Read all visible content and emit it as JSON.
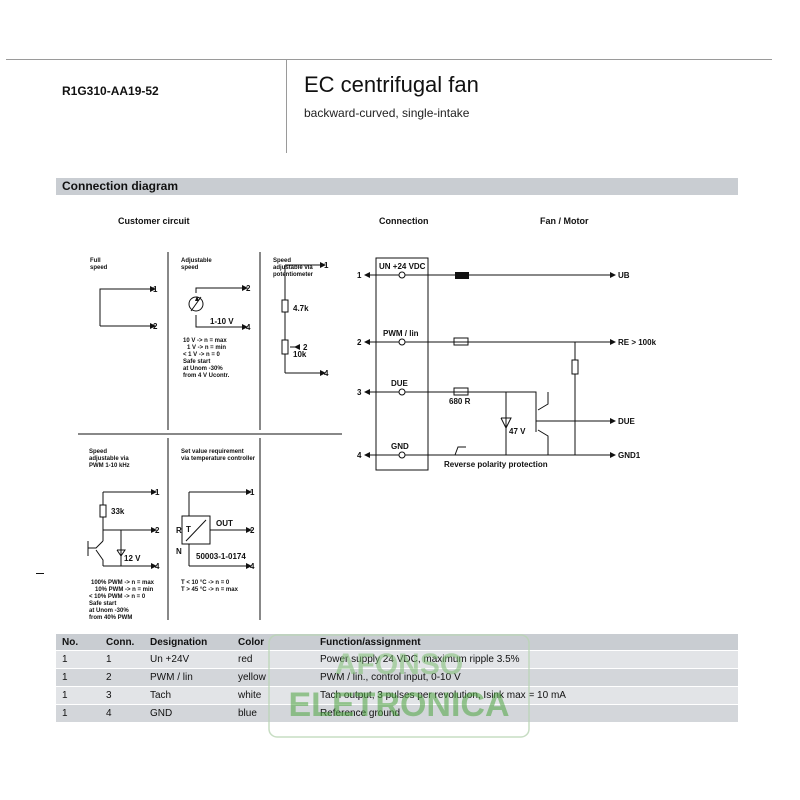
{
  "header": {
    "model": "R1G310-AA19-52",
    "title": "EC centrifugal fan",
    "subtitle": "backward-curved, single-intake"
  },
  "section": {
    "title": "Connection diagram"
  },
  "diagram": {
    "customer_circuit_label": "Customer circuit",
    "connection_label": "Connection",
    "fan_motor_label": "Fan / Motor",
    "full_speed": {
      "line1": "Full",
      "line2": "speed"
    },
    "adjustable_speed": {
      "line1": "Adjustable",
      "line2": "speed",
      "voltage": "1-10 V",
      "notes": [
        "10 V -> n = max",
        "1 V -> n = min",
        "< 1 V -> n = 0",
        "Safe start",
        "at Unom -30%",
        "from 4 V Ucontr."
      ]
    },
    "potentiometer": {
      "line1": "Speed",
      "line2": "adjustable via",
      "line3": "potentiometer",
      "r1": "4.7k",
      "r2": "10k"
    },
    "pwm_speed": {
      "line1": "Speed",
      "line2": "adjustable via",
      "line3": "PWM 1-10 kHz",
      "r1": "33k",
      "zener": "12 V",
      "notes": [
        "100% PWM -> n = max",
        "10% PWM -> n = min",
        "< 10% PWM -> n = 0",
        "Safe start",
        "at Unom -30%",
        "from 40% PWM"
      ]
    },
    "temp_controller": {
      "line1": "Set value requirement",
      "line2": "via temperature controller",
      "t_label": "T",
      "out": "OUT",
      "part": "50003-1-0174",
      "left_letters": "N",
      "left_letters2": "R",
      "notes": [
        "T < 10 °C -> n = 0",
        "T > 45 °C -> n = max"
      ]
    },
    "terminals": {
      "t1": "1",
      "t2": "2",
      "t3": "3",
      "t4": "4"
    },
    "connection": {
      "un": "UN +24 VDC",
      "pwm": "PWM / lin",
      "due": "DUE",
      "gnd": "GND",
      "r680": "680 R",
      "z47": "47 V",
      "reverse": "Reverse polarity protection"
    },
    "outputs": {
      "ub": "UB",
      "re": "RE > 100k",
      "due": "DUE",
      "gnd1": "GND1"
    }
  },
  "table": {
    "headers": [
      "No.",
      "Conn.",
      "Designation",
      "Color",
      "Function/assignment"
    ],
    "rows": [
      [
        "1",
        "1",
        "Un +24V",
        "red",
        "Power supply 24 VDC, maximum ripple 3.5%"
      ],
      [
        "1",
        "2",
        "PWM / lin",
        "yellow",
        "PWM / lin., control input, 0-10 V"
      ],
      [
        "1",
        "3",
        "Tach",
        "white",
        "Tach output, 3 pulses per revolution, Isink max = 10 mA"
      ],
      [
        "1",
        "4",
        "GND",
        "blue",
        "Reference ground"
      ]
    ]
  },
  "watermark": {
    "line1": "AFONSO",
    "line2": "ELETRONICA"
  }
}
